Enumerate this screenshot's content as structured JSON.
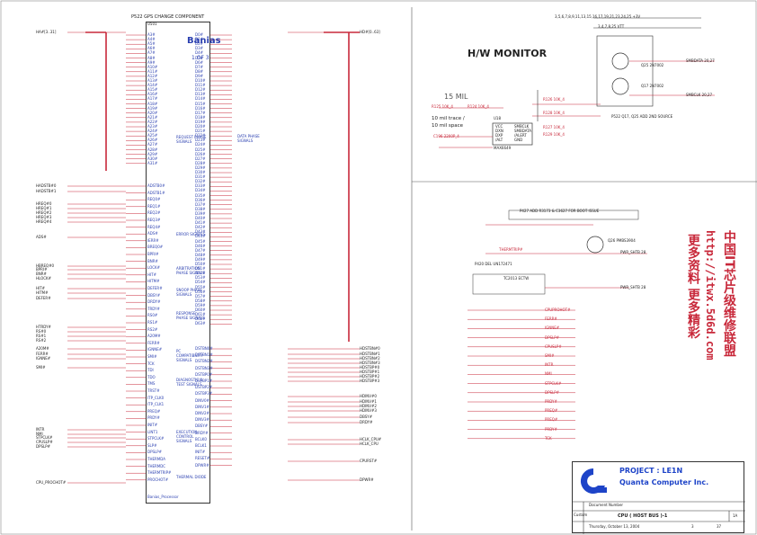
{
  "chip": {
    "ref": "U501",
    "name": "Banias",
    "page": "1 OF 3",
    "component_note": "P522 GPS CHANGE COMPONENT",
    "footer": "Banias_Processor"
  },
  "left_groups": [
    {
      "label": "REQUEST PHASE SIGNALS"
    },
    {
      "label": "ERROR SIGNALS"
    },
    {
      "label": "ARBITRATION PHASE SIGNALS"
    },
    {
      "label": "SNOOP PHASE SIGNALS"
    },
    {
      "label": "RESPONSE PHASE SIGNALS"
    },
    {
      "label": "PC COMPATIBILITY SIGNALS"
    },
    {
      "label": "DIAGNOSTIC & TEST SIGNALS"
    },
    {
      "label": "EXECUTION CONTROL SIGNALS"
    },
    {
      "label": "THERMAL DIODE"
    }
  ],
  "center_label": "DATA PHASE SIGNALS",
  "left_nets": [
    "HA#[3..31]",
    "HADSTB#0",
    "HADSTB#1",
    "HREQ#0",
    "HREQ#1",
    "HREQ#2",
    "HREQ#3",
    "HREQ#4",
    "ADS#",
    "HBREQ#0",
    "BPRI#",
    "BNR#",
    "HLOCK#",
    "HIT#",
    "HITM#",
    "DEFER#",
    "HTRDY#",
    "RS#0",
    "RS#1",
    "RS#2",
    "A20M#",
    "FERR#",
    "IGNNE#",
    "SMI#",
    "INTR",
    "NMI",
    "STPCLK#",
    "CPUSLP#",
    "DPSLP#",
    "CPU_PROCHOT#"
  ],
  "left_pins": [
    "A3#",
    "A4#",
    "A5#",
    "A6#",
    "A7#",
    "A8#",
    "A9#",
    "A10#",
    "A11#",
    "A12#",
    "A13#",
    "A14#",
    "A15#",
    "A16#",
    "A17#",
    "A18#",
    "A19#",
    "A20#",
    "A21#",
    "A22#",
    "A23#",
    "A24#",
    "A25#",
    "A26#",
    "A27#",
    "A28#",
    "A29#",
    "A30#",
    "A31#",
    "ADSTB0#",
    "ADSTB1#",
    "REQ0#",
    "REQ1#",
    "REQ2#",
    "REQ3#",
    "REQ4#",
    "ADS#",
    "IERR#",
    "BREQ0#",
    "BPRI#",
    "BNR#",
    "LOCK#",
    "HIT#",
    "HITM#",
    "DEFER#",
    "DBSY#",
    "DRDY#",
    "TRDY#",
    "RS0#",
    "RS1#",
    "RS2#",
    "A20M#",
    "FERR#",
    "IGNNE#",
    "SMI#",
    "TCK",
    "TDI",
    "TDO",
    "TMS",
    "TRST#",
    "ITP_CLK0",
    "ITP_CLK1",
    "PREQ#",
    "PRDY#",
    "INIT#",
    "LINT1",
    "STPCLK#",
    "SLP#",
    "DPSLP#",
    "THERMDA",
    "THERMDC",
    "THERMTRIP#",
    "PROCHOT#"
  ],
  "right_pins": [
    "D0#",
    "D1#",
    "D2#",
    "D3#",
    "D4#",
    "D5#",
    "D6#",
    "D7#",
    "D8#",
    "D9#",
    "D10#",
    "D11#",
    "D12#",
    "D13#",
    "D14#",
    "D15#",
    "D16#",
    "D17#",
    "D18#",
    "D19#",
    "D20#",
    "D21#",
    "D22#",
    "D23#",
    "D24#",
    "D25#",
    "D26#",
    "D27#",
    "D28#",
    "D29#",
    "D30#",
    "D31#",
    "D32#",
    "D33#",
    "D34#",
    "D35#",
    "D36#",
    "D37#",
    "D38#",
    "D39#",
    "D40#",
    "D41#",
    "D42#",
    "D43#",
    "D44#",
    "D45#",
    "D46#",
    "D47#",
    "D48#",
    "D49#",
    "D50#",
    "D51#",
    "D52#",
    "D53#",
    "D54#",
    "D55#",
    "D56#",
    "D57#",
    "D58#",
    "D59#",
    "D60#",
    "D61#",
    "D62#",
    "D63#",
    "DSTBN0#",
    "DSTBN1#",
    "DSTBN2#",
    "DSTBN3#",
    "DSTBP0#",
    "DSTBP1#",
    "DSTBP2#",
    "DSTBP3#",
    "DINV0#",
    "DINV1#",
    "DINV2#",
    "DINV3#",
    "DBSY#",
    "DRDY#",
    "BCLK0",
    "BCLK1",
    "INIT#",
    "RESET#",
    "DPWR#"
  ],
  "right_nets": [
    "HD#[0..63]",
    "HDSTBN#0",
    "HDSTBN#1",
    "HDSTBN#2",
    "HDSTBN#3",
    "HDSTBP#0",
    "HDSTBP#1",
    "HDSTBP#2",
    "HDSTBP#3",
    "HDINV#0",
    "HDINV#1",
    "HDINV#2",
    "HDINV#3",
    "DBSY#",
    "DRDY#",
    "HCLK_CPU#",
    "HCLK_CPU",
    "CPURST#",
    "DPWR#"
  ],
  "hw_monitor": {
    "title": "H/W MONITOR",
    "trace_note": "15 MIL",
    "spacing_note_1": "10 mil trace /",
    "spacing_note_2": "10 mil space",
    "ic": "U18",
    "ic_part": "MAX6649",
    "ic_pins": [
      "VCC",
      "DXN",
      "DXP",
      "/ALT",
      "SMBCLK",
      "SMBDATA",
      "/ALERT",
      "GND"
    ],
    "source_note": "P522 Q17, Q25 ADD 2ND SOURCE",
    "q1": "Q25 2N7002",
    "q2": "Q17 2N7002",
    "top_net_1": "3,5,6,7,8,9,11,13,15,16,17,19,21,23,24,25 +3V",
    "top_net_2": "3,4,7,8,25 VTT",
    "out_1": "SMBDATA 20,27",
    "out_2": "SMBCLK 20,27",
    "r_labels": [
      "R125 10K_4",
      "R124 10K_4",
      "R126 10K_4",
      "R128 10K_4",
      "R127 10K_4",
      "R129 10K_4",
      "C196 2200P_4"
    ]
  },
  "reset_block": {
    "note_1": "P427 ADD R3173 & C3627 FOR BOOT ISSUE",
    "note_2": "P420 DEL UN172471",
    "q": "Q26 PMBS3904",
    "net_1": "THERMTRIP#",
    "out_1": "PWR_SHTB 28",
    "out_2": "PWR_SHTB 28",
    "ic_note": "TC2013 ECTW"
  },
  "pullups": [
    "CPUPROHOT#",
    "FERR#",
    "IGNNE#",
    "DPSLP#",
    "CPUSLP#",
    "SMI#",
    "INTR",
    "NMI",
    "STPCLK#",
    "DPSLP#",
    "PRDY#",
    "PREQ#",
    "PREQ#",
    "PRDY#",
    "TCK"
  ],
  "watermark": {
    "line_1": "中国IT芯片级维修联盟",
    "line_2": "http://itwx.5d6d.com",
    "line_3": "更多资料 更多精彩"
  },
  "title_block": {
    "project": "PROJECT : LE1N",
    "company": "Quanta Computer Inc.",
    "doc_label": "Document Number",
    "title": "CPU ( HOST BUS )-1",
    "rev": "1A",
    "size": "Custom",
    "date": "Thursday, October 13, 2004",
    "sheet": "3",
    "of": "37"
  },
  "colors": {
    "net_red": "#c8283a",
    "label_blue": "#2a3fb0",
    "line_dark": "#333333"
  }
}
